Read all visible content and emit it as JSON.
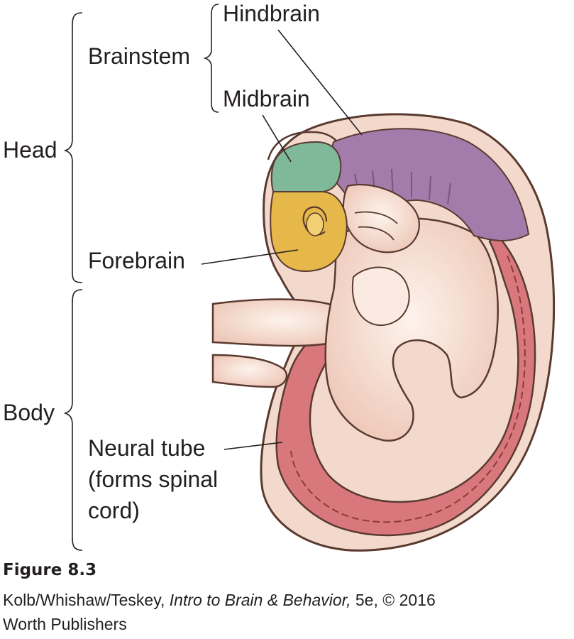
{
  "labels": {
    "hindbrain": "Hindbrain",
    "brainstem": "Brainstem",
    "midbrain": "Midbrain",
    "head": "Head",
    "forebrain": "Forebrain",
    "body": "Body",
    "neural_tube_line1": "Neural tube",
    "neural_tube_line2": "(forms spinal",
    "neural_tube_line3": "cord)"
  },
  "caption": {
    "figure": "Figure 8.3",
    "authors": "Kolb/Whishaw/Teskey,",
    "book_title": "Intro to Brain & Behavior,",
    "edition": "5e, © 2016",
    "publisher": "Worth Publishers"
  },
  "colors": {
    "hindbrain": "#a37cab",
    "midbrain": "#7fb99a",
    "forebrain": "#e6b84a",
    "neural_tube": "#d9787c",
    "body_skin": "#f6e2d7",
    "outline": "#5a3a30"
  }
}
